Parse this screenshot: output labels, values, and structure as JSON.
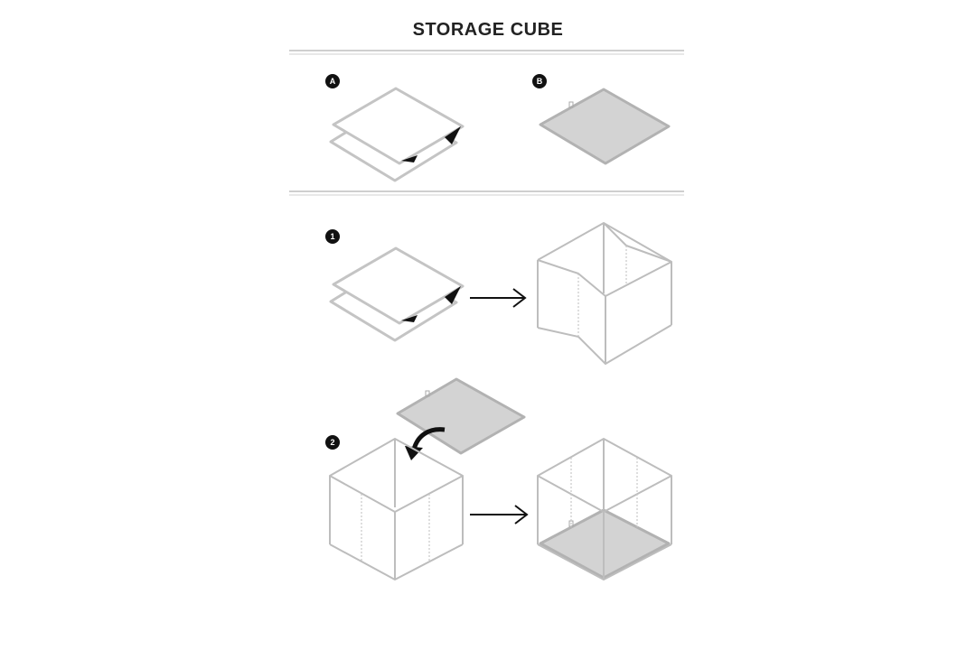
{
  "title": "STORAGE CUBE",
  "parts": [
    {
      "label": "A"
    },
    {
      "label": "B"
    }
  ],
  "steps": [
    {
      "label": "1"
    },
    {
      "label": "2"
    }
  ],
  "colors": {
    "panel_grey": "#d3d3d3",
    "line": "#bdbdbd",
    "badge": "#111111"
  }
}
